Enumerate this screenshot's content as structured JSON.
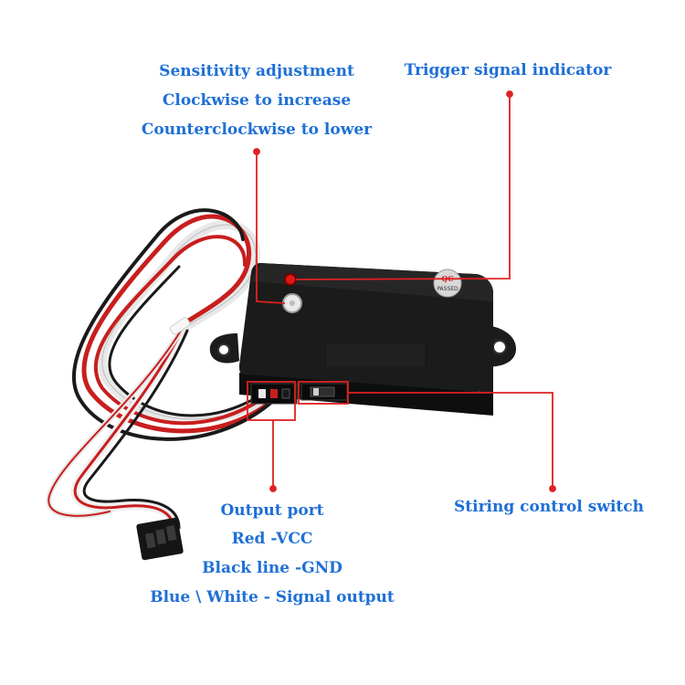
{
  "annotations": {
    "sensitivity": {
      "line1": "Sensitivity adjustment",
      "line2": "Clockwise to increase",
      "line3": "Counterclockwise to lower"
    },
    "trigger": {
      "text": "Trigger signal indicator"
    },
    "output_port": {
      "line1": "Output port",
      "line2": "Red -VCC",
      "line3": "Black line -GND",
      "line4": "Blue \\ White - Signal output"
    },
    "switch": {
      "text": "Stiring control switch"
    }
  },
  "product": {
    "sticker_top": "QC",
    "sticker_bottom": "PASSED"
  },
  "colors": {
    "label_text": "#1e6fd6",
    "callout_line": "#e02020",
    "device_body": "#161616",
    "wire_red": "#c81e1e",
    "wire_black": "#1a1a1a",
    "wire_white": "#f2f2f2"
  }
}
